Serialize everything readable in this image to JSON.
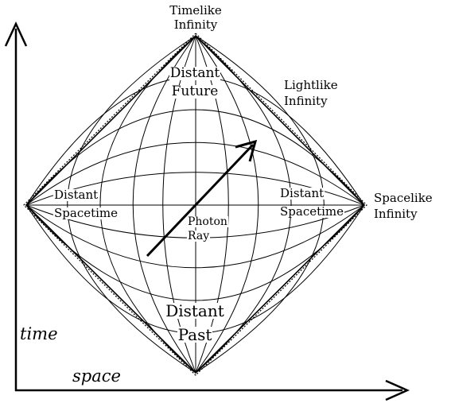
{
  "diagram": {
    "title": "",
    "labels": {
      "timelike_1": "Timelike",
      "timelike_2": "Infinity",
      "lightlike_1": "Lightlike",
      "lightlike_2": "Infinity",
      "spacelike_1": "Spacelike",
      "spacelike_2": "Infinity",
      "future_1": "Distant",
      "future_2": "Future",
      "past_1": "Distant",
      "past_2": "Past",
      "left_space_1": "Distant",
      "left_space_2": "Spacetime",
      "right_space_1": "Distant",
      "right_space_2": "Spacetime",
      "photon_1": "Photon",
      "photon_2": "Ray",
      "axis_time": "time",
      "axis_space": "space"
    }
  }
}
